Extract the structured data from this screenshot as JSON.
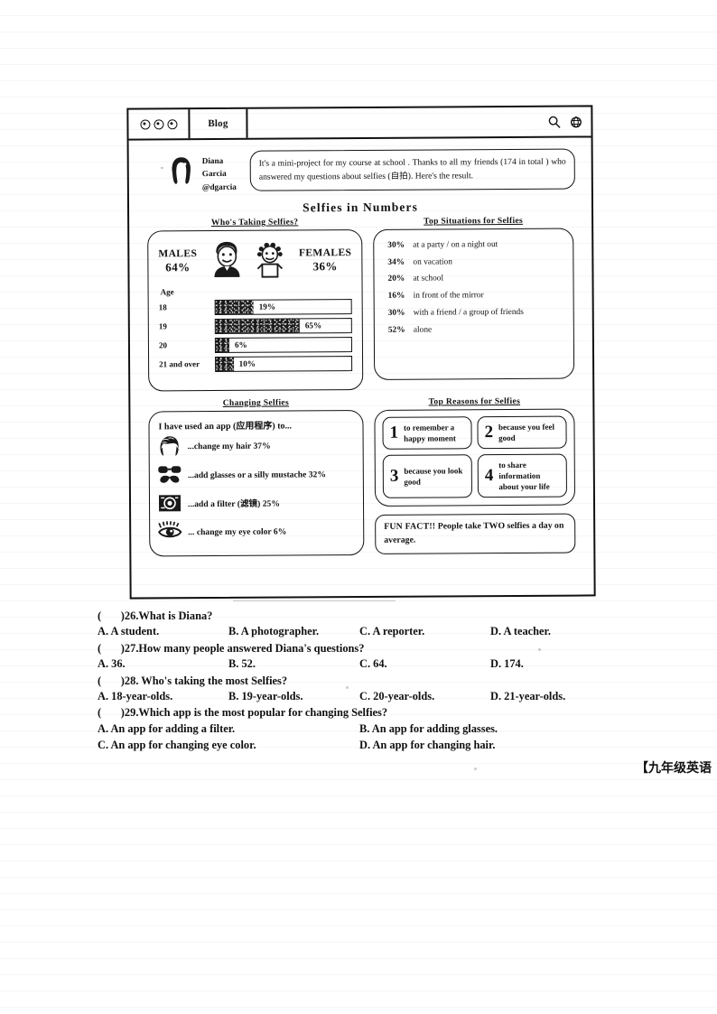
{
  "browser": {
    "tab_label": "Blog",
    "address_value": "",
    "search_icon": "search-icon",
    "globe_icon": "globe-icon",
    "window_dots": [
      "dot-1",
      "dot-2",
      "dot-3"
    ]
  },
  "post": {
    "author_name_line1": "Diana",
    "author_name_line2": "Garcia",
    "author_handle": "@dgarcia",
    "avatar_icon": "avatar-profile-icon",
    "message": "It's a mini-project for my course at school . Thanks to all my friends (174 in total ) who answered my questions about selfies (自拍). Here's the result."
  },
  "infographic": {
    "title": "Selfies in Numbers",
    "who": {
      "section_title": "Who's Taking Selfies?",
      "males_label": "MALES",
      "males_pct": "64%",
      "females_label": "FEMALES",
      "females_pct": "36%",
      "male_icon": "male-face-icon",
      "female_icon": "female-face-icon",
      "age_label": "Age"
    },
    "situations": {
      "section_title": "Top Situations for Selfies",
      "items": [
        {
          "pct": "30%",
          "text": "at a party / on a night out"
        },
        {
          "pct": "34%",
          "text": "on vacation"
        },
        {
          "pct": "20%",
          "text": "at school"
        },
        {
          "pct": "16%",
          "text": "in front of the mirror"
        },
        {
          "pct": "30%",
          "text": "with a friend / a group of friends"
        },
        {
          "pct": "52%",
          "text": "alone"
        }
      ]
    },
    "changing": {
      "section_title": "Changing Selfies",
      "heading": "I have used an app (应用程序) to...",
      "items": [
        {
          "icon": "hair-icon",
          "text": "...change my hair   37%"
        },
        {
          "icon": "glasses-mustache-icon",
          "text": "...add glasses or a silly mustache  32%"
        },
        {
          "icon": "camera-filter-icon",
          "text": "...add a filter (滤镜) 25%"
        },
        {
          "icon": "eye-icon",
          "text": "... change my eye color  6%"
        }
      ]
    },
    "reasons": {
      "section_title": "Top Reasons for Selfies",
      "items": [
        {
          "num": "1",
          "text": "to remember a happy moment"
        },
        {
          "num": "2",
          "text": "because you feel good"
        },
        {
          "num": "3",
          "text": "because you look good"
        },
        {
          "num": "4",
          "text": "to share information about your life"
        }
      ]
    },
    "fun_fact": {
      "label": "FUN FACT!!",
      "text": "People take TWO selfies a day on average."
    }
  },
  "chart_data": {
    "type": "bar",
    "title": "Who's Taking Selfies? — Age",
    "xlabel": "",
    "ylabel": "Age",
    "orientation": "horizontal",
    "grid": false,
    "legend": "none",
    "xlim": [
      0,
      100
    ],
    "categories": [
      "18",
      "19",
      "20",
      "21 and over"
    ],
    "values": [
      19,
      65,
      6,
      10
    ],
    "value_labels": [
      "19%",
      "65%",
      "6%",
      "10%"
    ],
    "bar_fill_fraction": [
      0.28,
      0.62,
      0.1,
      0.13
    ],
    "extra_series": [
      {
        "name": "Gender split",
        "type": "pie",
        "categories": [
          "MALES",
          "FEMALES"
        ],
        "values": [
          64,
          36
        ],
        "labels": [
          "64%",
          "36%"
        ]
      },
      {
        "name": "Top situations",
        "type": "bar",
        "categories": [
          "at a party / on a night out",
          "on vacation",
          "at school",
          "in front of the mirror",
          "with a friend / a group of friends",
          "alone"
        ],
        "values": [
          30,
          34,
          20,
          16,
          30,
          52
        ]
      },
      {
        "name": "App usage",
        "type": "bar",
        "categories": [
          "change my hair",
          "add glasses or a silly mustache",
          "add a filter",
          "change my eye color"
        ],
        "values": [
          37,
          32,
          25,
          6
        ]
      }
    ]
  },
  "quiz": {
    "questions": [
      {
        "stem": "(       )26.What is Diana?",
        "layout": "four",
        "options": [
          "A. A student.",
          "B. A photographer.",
          "C. A reporter.",
          "D. A teacher."
        ]
      },
      {
        "stem": "(       )27.How many people answered Diana's questions?",
        "layout": "four",
        "options": [
          "A. 36.",
          "B. 52.",
          "C. 64.",
          "D. 174."
        ]
      },
      {
        "stem": "(       )28. Who's taking the most Selfies?",
        "layout": "four",
        "options": [
          "A. 18-year-olds.",
          "B. 19-year-olds.",
          "C. 20-year-olds.",
          "D. 21-year-olds."
        ]
      },
      {
        "stem": "(       )29.Which app is the most popular for changing Selfies?",
        "layout": "two",
        "options": [
          "A. An app for adding a filter.",
          "B. An app for adding glasses.",
          "C. An app for changing eye color.",
          "D. An app for changing hair."
        ]
      }
    ]
  },
  "footer": {
    "text": "【九年级英语"
  },
  "colors": {
    "ink": "#111111",
    "paper": "#ffffff",
    "bar_fill": "#1b1b1b"
  }
}
